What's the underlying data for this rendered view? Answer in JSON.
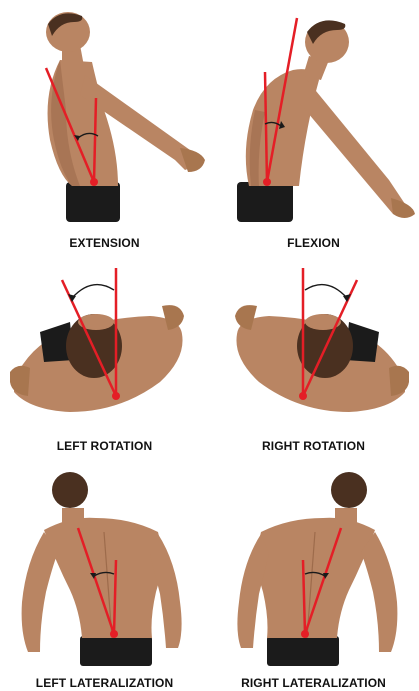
{
  "captions": {
    "extension": "EXTENSION",
    "flexion": "FLEXION",
    "left_rotation": "LEFT ROTATION",
    "right_rotation": "RIGHT ROTATION",
    "left_lateralization": "LEFT LATERALIZATION",
    "right_lateralization": "RIGHT LATERALIZATION"
  },
  "colors": {
    "skin": "#b98563",
    "skin_shadow": "#8a5a3c",
    "hair": "#4a3020",
    "shorts": "#1b1b1b",
    "axis_line": "#e41e26",
    "arc": "#1a1a1a",
    "background": "#ffffff"
  }
}
